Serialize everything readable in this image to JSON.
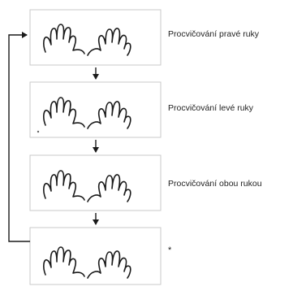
{
  "steps": [
    {
      "label": "Procvičování pravé ruky"
    },
    {
      "label": "Procvičování levé ruky"
    },
    {
      "label": "Procvičování obou rukou"
    },
    {
      "label": "*"
    }
  ]
}
